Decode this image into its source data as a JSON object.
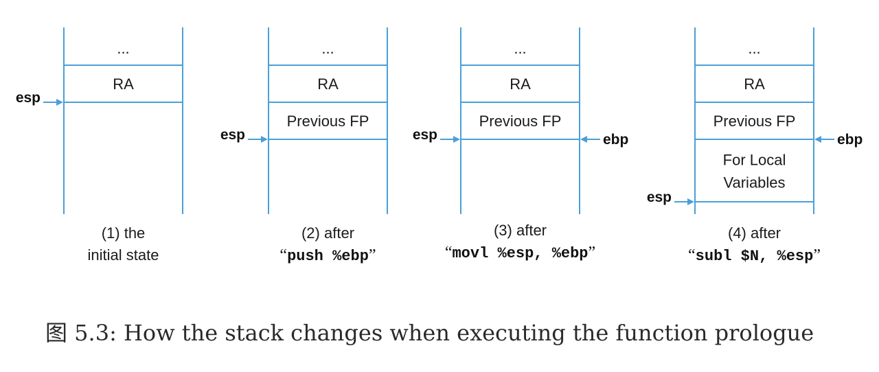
{
  "colors": {
    "line": "#4a9fd8",
    "text": "#1a1a1a"
  },
  "panels": [
    {
      "id": "p1",
      "cells": [
        "...",
        "RA"
      ],
      "caption": [
        "(1) the",
        "initial state"
      ],
      "code": "",
      "pointers": [
        {
          "name": "esp",
          "side": "left",
          "at": "bottom"
        }
      ]
    },
    {
      "id": "p2",
      "cells": [
        "...",
        "RA",
        "Previous FP"
      ],
      "caption": [
        "(2) after"
      ],
      "code": "push %ebp",
      "pointers": [
        {
          "name": "esp",
          "side": "left",
          "at": "bottom"
        }
      ]
    },
    {
      "id": "p3",
      "cells": [
        "...",
        "RA",
        "Previous FP"
      ],
      "caption": [
        "(3) after"
      ],
      "code": "movl %esp, %ebp",
      "pointers": [
        {
          "name": "esp",
          "side": "left",
          "at": "bottom"
        },
        {
          "name": "ebp",
          "side": "right",
          "at": "bottom"
        }
      ]
    },
    {
      "id": "p4",
      "cells": [
        "...",
        "RA",
        "Previous FP",
        [
          "For Local",
          "Variables"
        ]
      ],
      "caption": [
        "(4) after"
      ],
      "code": "subl $N, %esp",
      "pointers": [
        {
          "name": "ebp",
          "side": "right",
          "at": "cell-3-top"
        },
        {
          "name": "esp",
          "side": "left",
          "at": "bottom"
        }
      ]
    }
  ],
  "figure_caption": "图 5.3: How the stack changes when executing the function prologue"
}
